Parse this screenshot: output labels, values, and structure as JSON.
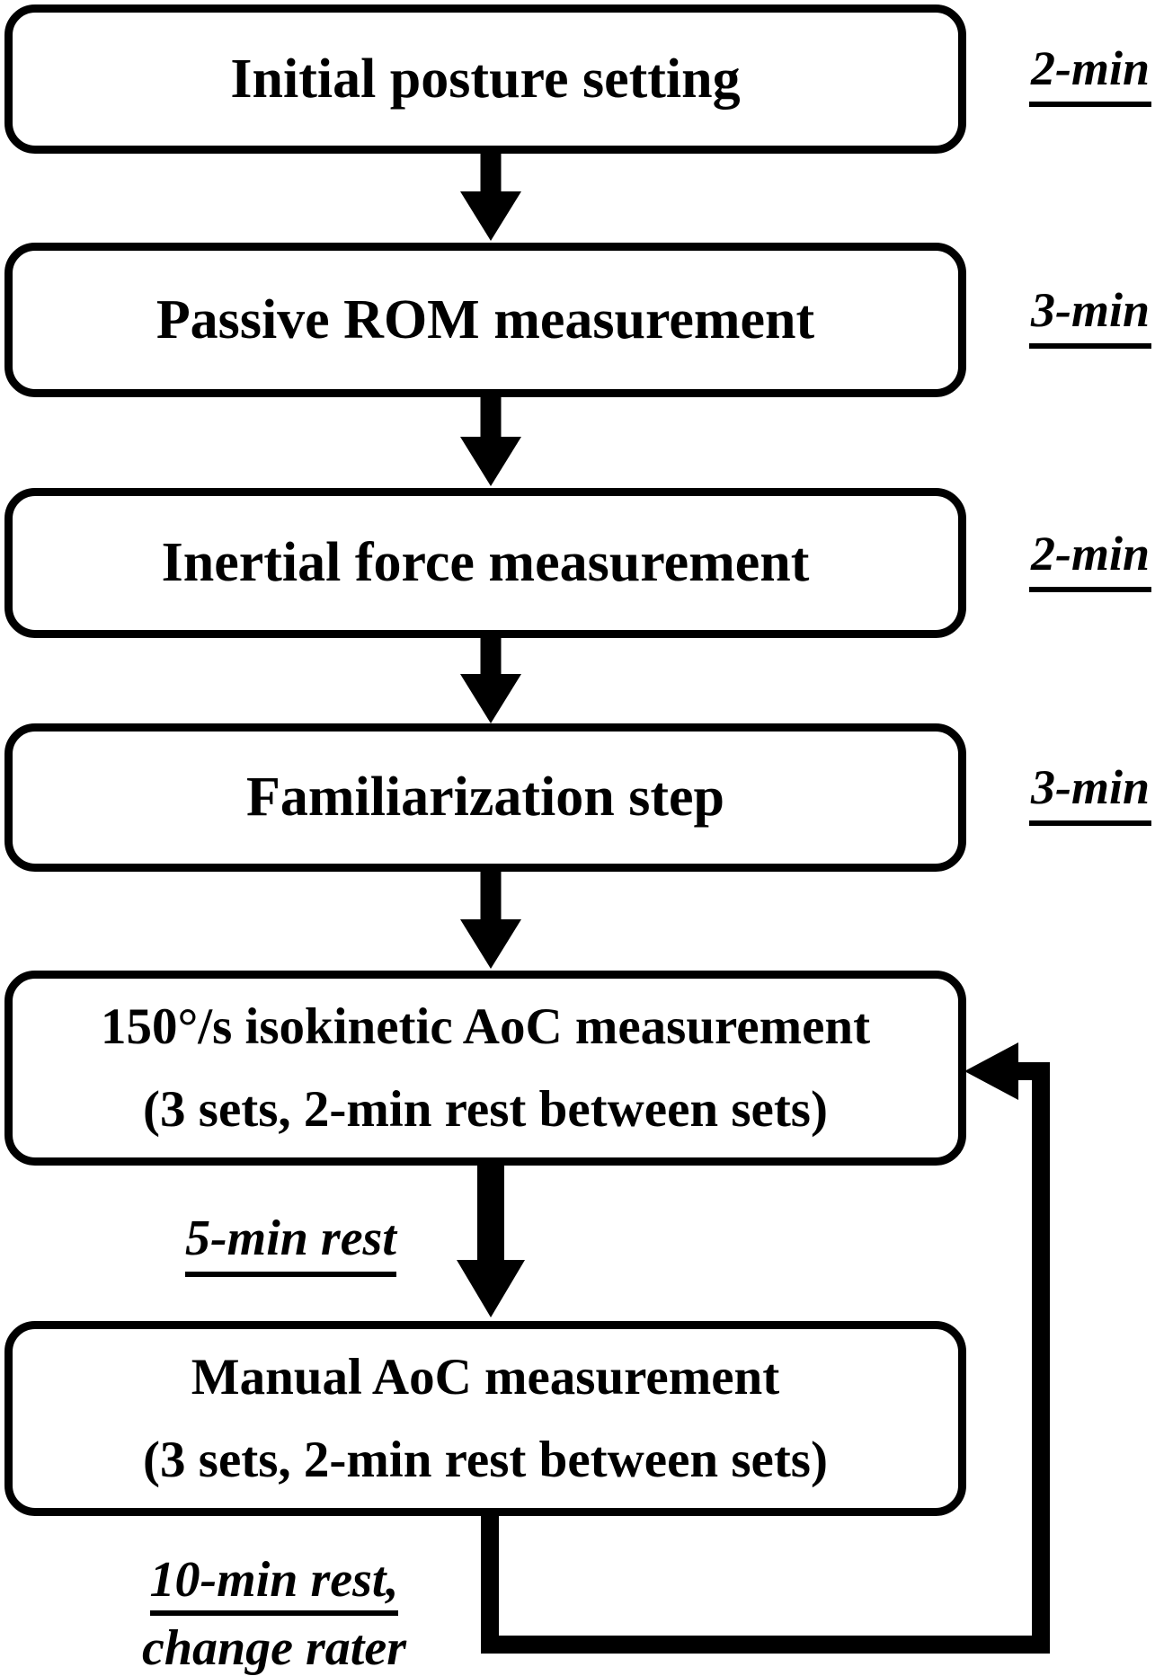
{
  "flowchart": {
    "steps": [
      {
        "label": "Initial posture setting",
        "label2": "",
        "duration": "2-min"
      },
      {
        "label": "Passive ROM measurement",
        "label2": "",
        "duration": "3-min"
      },
      {
        "label": "Inertial force measurement",
        "label2": "",
        "duration": "2-min"
      },
      {
        "label": "Familiarization step",
        "label2": "",
        "duration": "3-min"
      },
      {
        "label": "150°/s isokinetic AoC measurement",
        "label2": "(3 sets, 2-min rest between sets)"
      },
      {
        "label": "Manual AoC measurement",
        "label2": "(3 sets, 2-min rest between sets)"
      }
    ],
    "annotations": {
      "between_rest": "5-min rest",
      "loop_line1": "10-min rest,",
      "loop_line2": "change rater"
    },
    "colors": {
      "ink": "#000000",
      "background": "#ffffff"
    }
  }
}
